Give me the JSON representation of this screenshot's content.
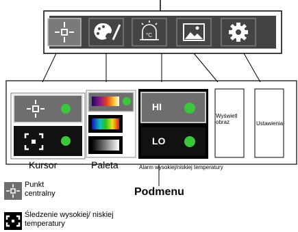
{
  "menu": {
    "items": [
      {
        "icon": "crosshair-icon"
      },
      {
        "icon": "palette-icon"
      },
      {
        "icon": "temperature-alarm-icon"
      },
      {
        "icon": "image-icon"
      },
      {
        "icon": "gear-icon"
      }
    ]
  },
  "submenu": {
    "cursor": {
      "label": "Kursor",
      "options": [
        {
          "icon": "crosshair-icon",
          "status": "on"
        },
        {
          "icon": "tracking-frame-icon",
          "status": "on"
        }
      ]
    },
    "palette": {
      "label": "Paleta",
      "options": [
        {
          "gradient": "ironbow",
          "selected": true
        },
        {
          "gradient": "rainbow"
        },
        {
          "gradient": "grayscale"
        }
      ]
    },
    "alarm": {
      "label": "Alarm wysokiej/niskiej temperatury",
      "hi": "HI",
      "lo": "LO"
    },
    "display": {
      "label": "Wyświetl obraz"
    },
    "settings": {
      "label": "Ustawienia"
    },
    "title": "Podmenu"
  },
  "legend": {
    "center_point": "Punkt centralny",
    "tracking": "Śledzenie wysokiej/ niskiej temperatury"
  },
  "colors": {
    "status_green": "#3cc63c",
    "menu_bg": "#4a4a4a",
    "selected_bg": "#7a7a7a"
  }
}
